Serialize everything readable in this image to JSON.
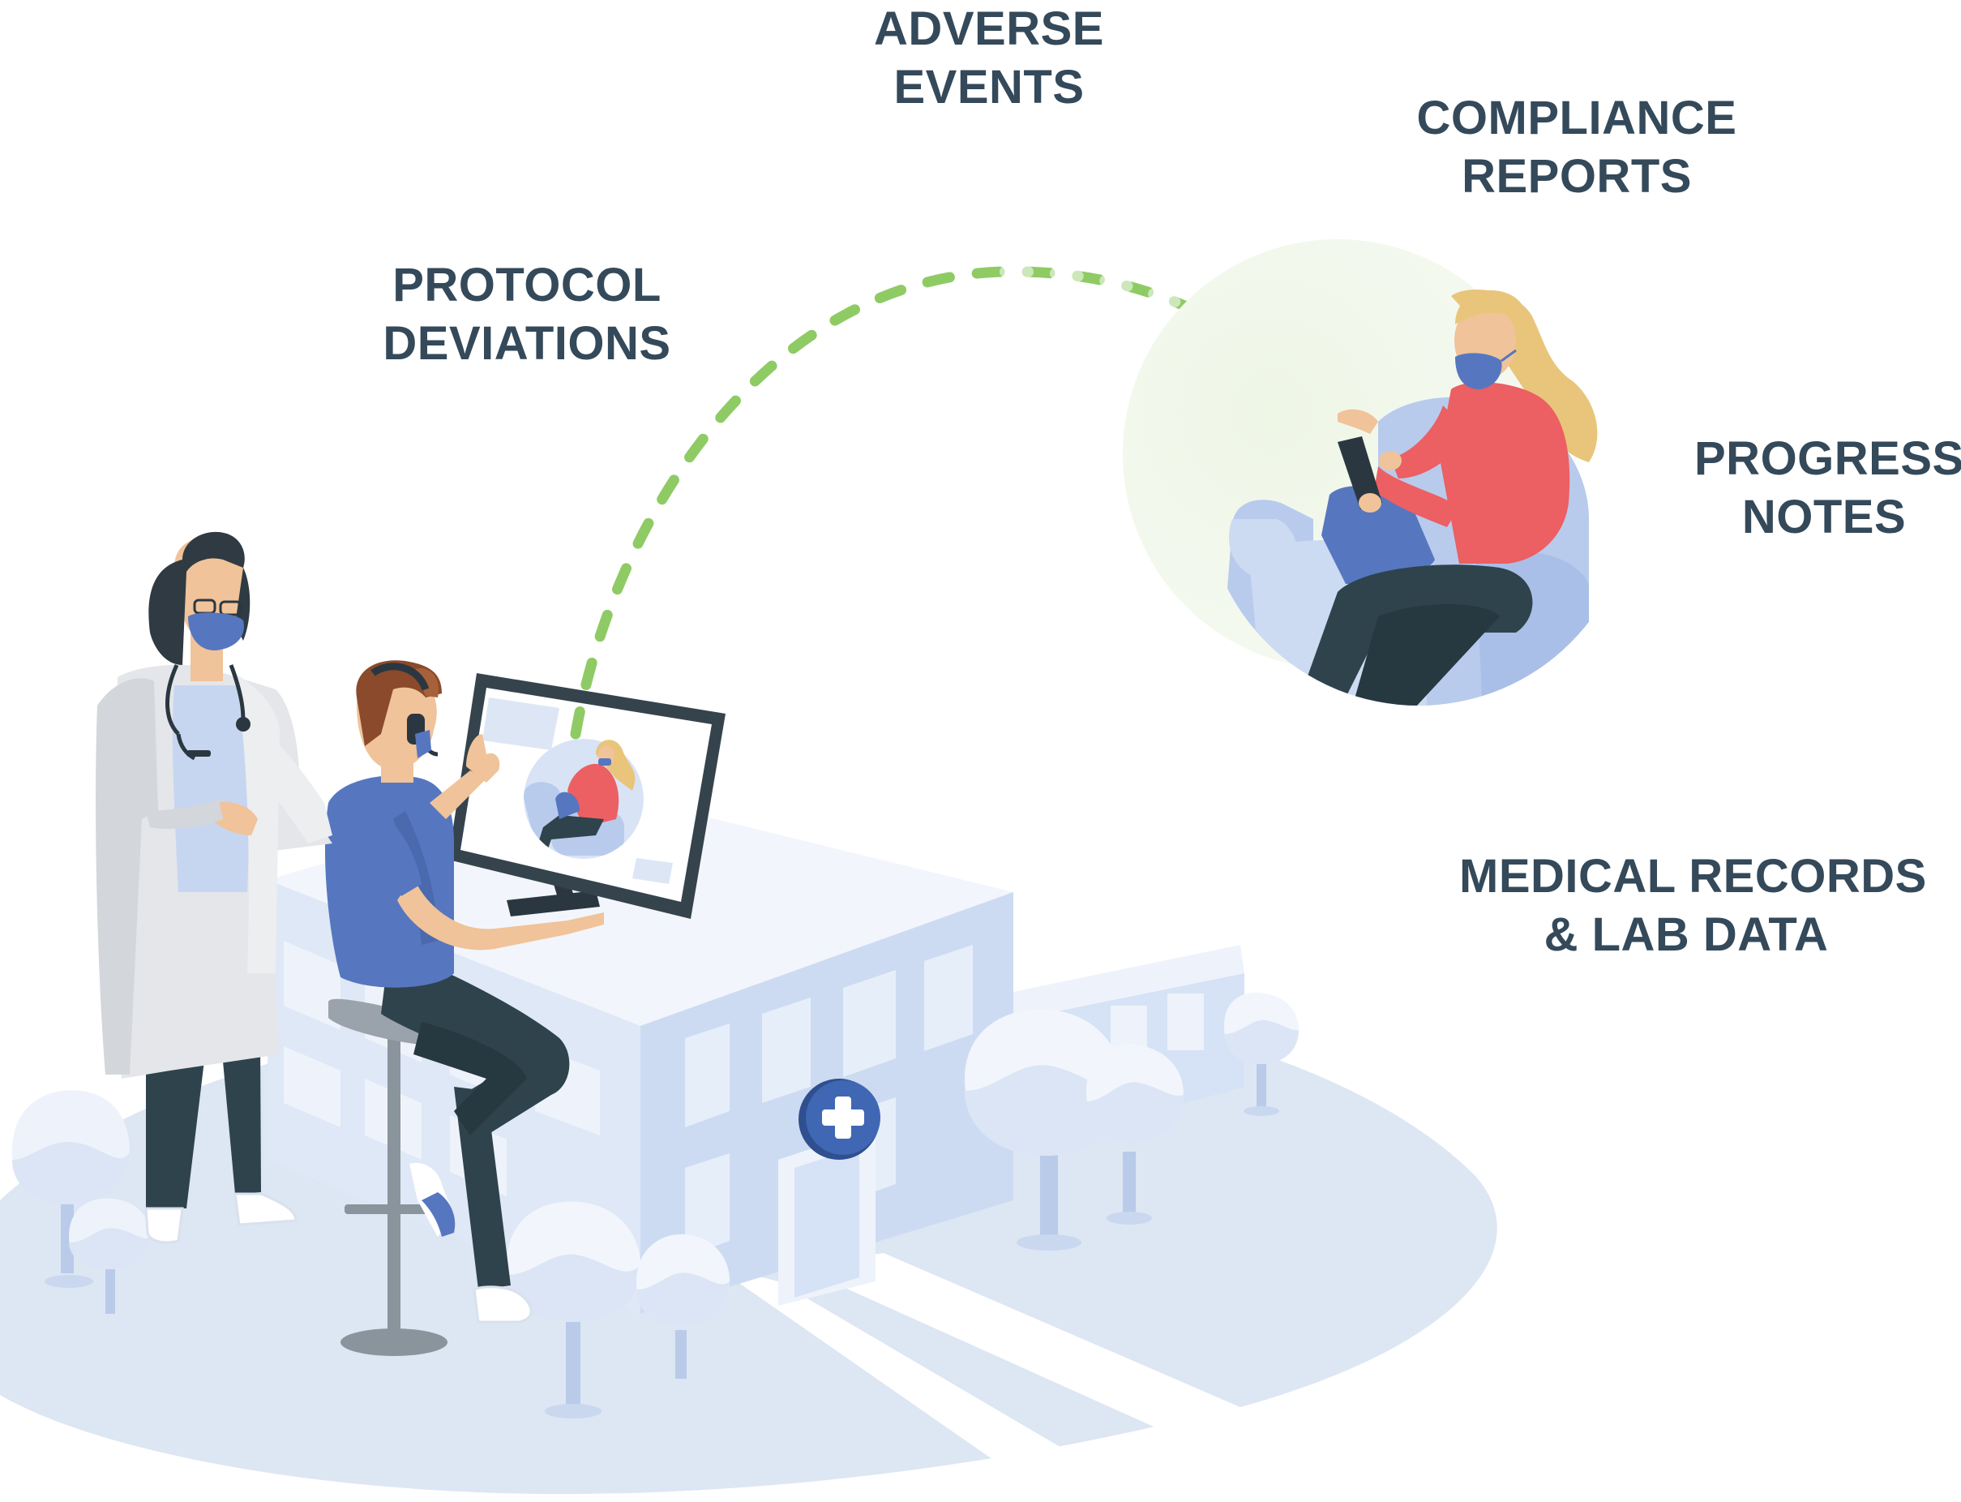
{
  "labels": {
    "adverse_events": [
      "ADVERSE",
      "EVENTS"
    ],
    "compliance_reports": [
      "COMPLIANCE",
      "REPORTS"
    ],
    "protocol_deviations": [
      "PROTOCOL",
      "DEVIATIONS"
    ],
    "progress_notes": [
      "PROGRESS",
      "NOTES"
    ],
    "medical_records": [
      "MEDICAL RECORDS",
      "& LAB DATA"
    ]
  },
  "colors": {
    "text": "#34495a",
    "ground": "#dde6f3",
    "building_light": "#eef3fb",
    "building_mid": "#d6e2f5",
    "building_dark": "#c3d3ee",
    "connector": "#8fcb65",
    "glow": "#eef6e6",
    "shirt_blue": "#5677bf",
    "patient_top": "#ec5f62",
    "hair_blond": "#e8c57a",
    "dark_pants": "#2f434d",
    "monitor": "#35434d",
    "cross_badge": "#3f67b3"
  },
  "icons": {
    "badge": "medical-cross-icon"
  }
}
